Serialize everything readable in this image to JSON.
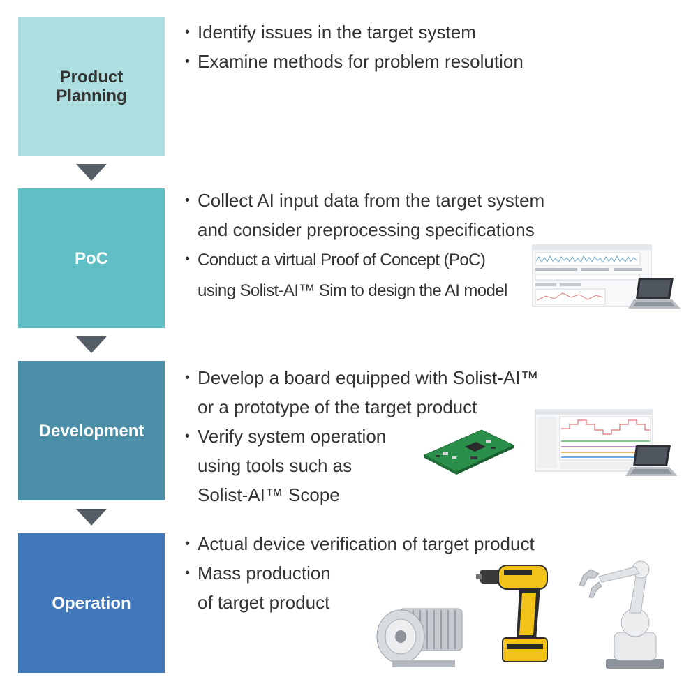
{
  "stages": [
    {
      "title": "Product\nPlanning",
      "color": "#aedfe0",
      "text_color": "#333333",
      "bullets": [
        "Identify issues in the target system",
        "Examine methods for problem resolution"
      ]
    },
    {
      "title": "PoC",
      "color": "#5fbfc4",
      "text_color": "#ffffff",
      "bullets": [
        "Collect AI input data from the target system\nand consider preprocessing specifications",
        "Conduct a virtual Proof of Concept (PoC)\nusing Solist-AI™ Sim to design the AI model"
      ]
    },
    {
      "title": "Development",
      "color": "#4a8ea8",
      "text_color": "#ffffff",
      "bullets": [
        "Develop a board equipped with Solist-AI™\nor a prototype of the target product",
        "Verify system operation\nusing tools such as\nSolist-AI™ Scope"
      ]
    },
    {
      "title": "Operation",
      "color": "#4178bb",
      "text_color": "#ffffff",
      "bullets": [
        "Actual device verification of target product",
        "Mass production\nof target product"
      ]
    }
  ],
  "arrow_color": "#555d66",
  "illustrations": [
    "laptop-sim-screenshot-icon",
    "laptop-scope-screenshot-icon",
    "circuit-board-icon",
    "electric-motor-icon",
    "power-drill-icon",
    "robot-arm-icon"
  ]
}
